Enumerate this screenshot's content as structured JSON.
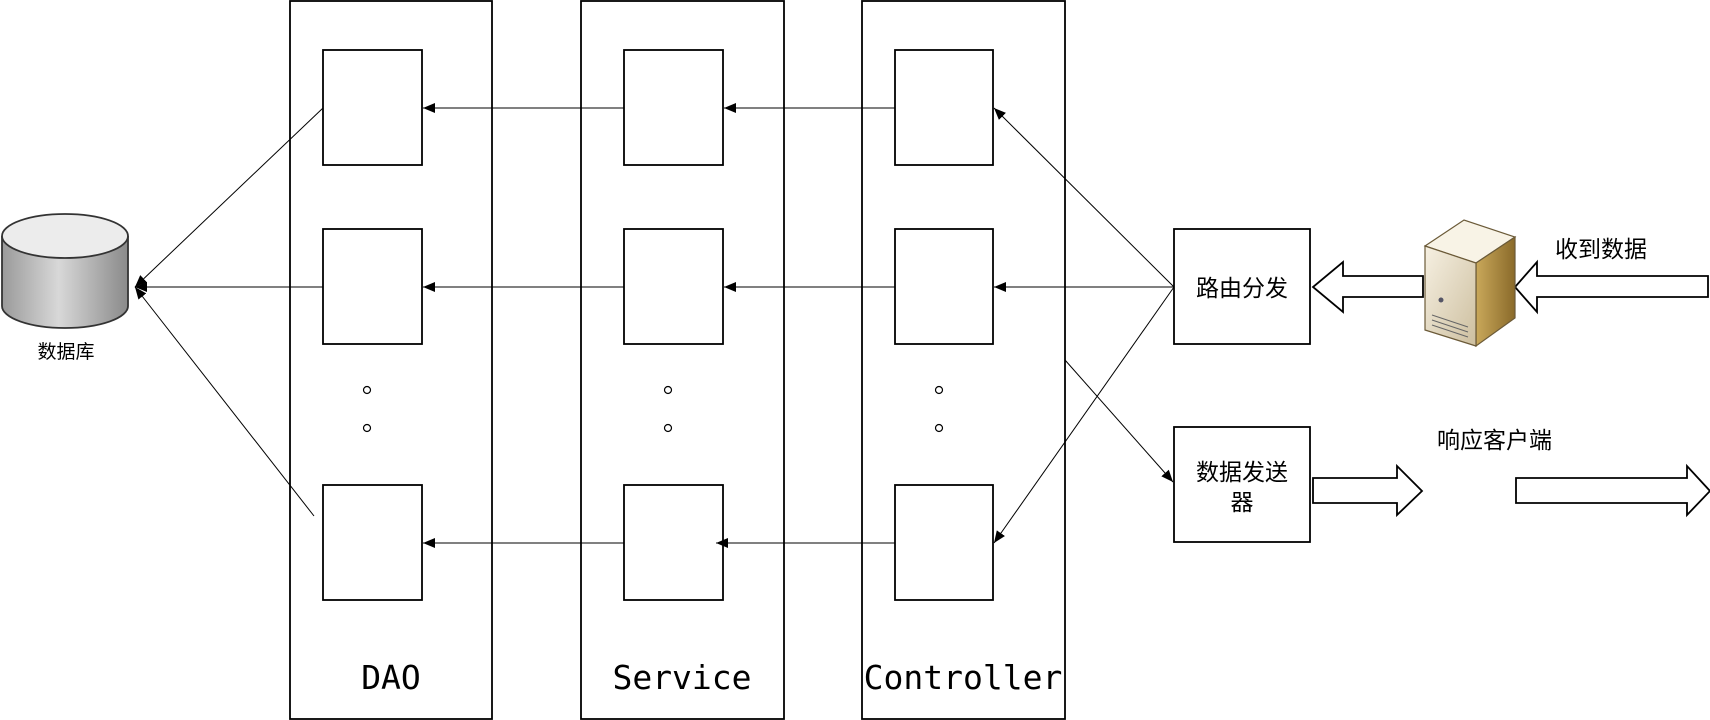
{
  "layers": {
    "dao": "DAO",
    "service": "Service",
    "controller": "Controller"
  },
  "database": {
    "label": "数据库"
  },
  "router": {
    "label": "路由分发"
  },
  "sender": {
    "line1": "数据发送",
    "line2": "器"
  },
  "annotations": {
    "receive": "收到数据",
    "respond": "响应客户端"
  },
  "icons": [
    "database-icon",
    "server-icon"
  ]
}
